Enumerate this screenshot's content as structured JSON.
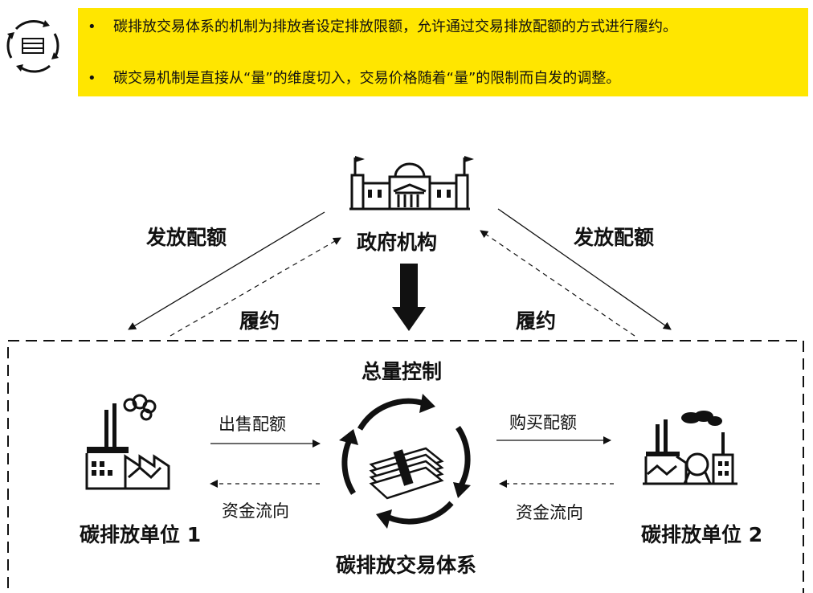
{
  "note": {
    "bullets": [
      "碳排放交易体系的机制为排放者设定排放限额，允许通过交易排放配额的方式进行履约。",
      "碳交易机制是直接从“量”的维度切入，交易价格随着“量”的限制而自发的调整。"
    ],
    "bullet_symbol": "•"
  },
  "diagram": {
    "government": "政府机构",
    "issue_left": "发放配额",
    "issue_right": "发放配额",
    "comply_left": "履约",
    "comply_right": "履约",
    "total_control": "总量控制",
    "sell": "出售配额",
    "buy": "购买配额",
    "fund_left": "资金流向",
    "fund_right": "资金流向",
    "unit1": "碳排放单位 1",
    "unit2": "碳排放单位 2",
    "system": "碳排放交易体系"
  },
  "colors": {
    "highlight": "#FFE600",
    "ink": "#111111"
  }
}
